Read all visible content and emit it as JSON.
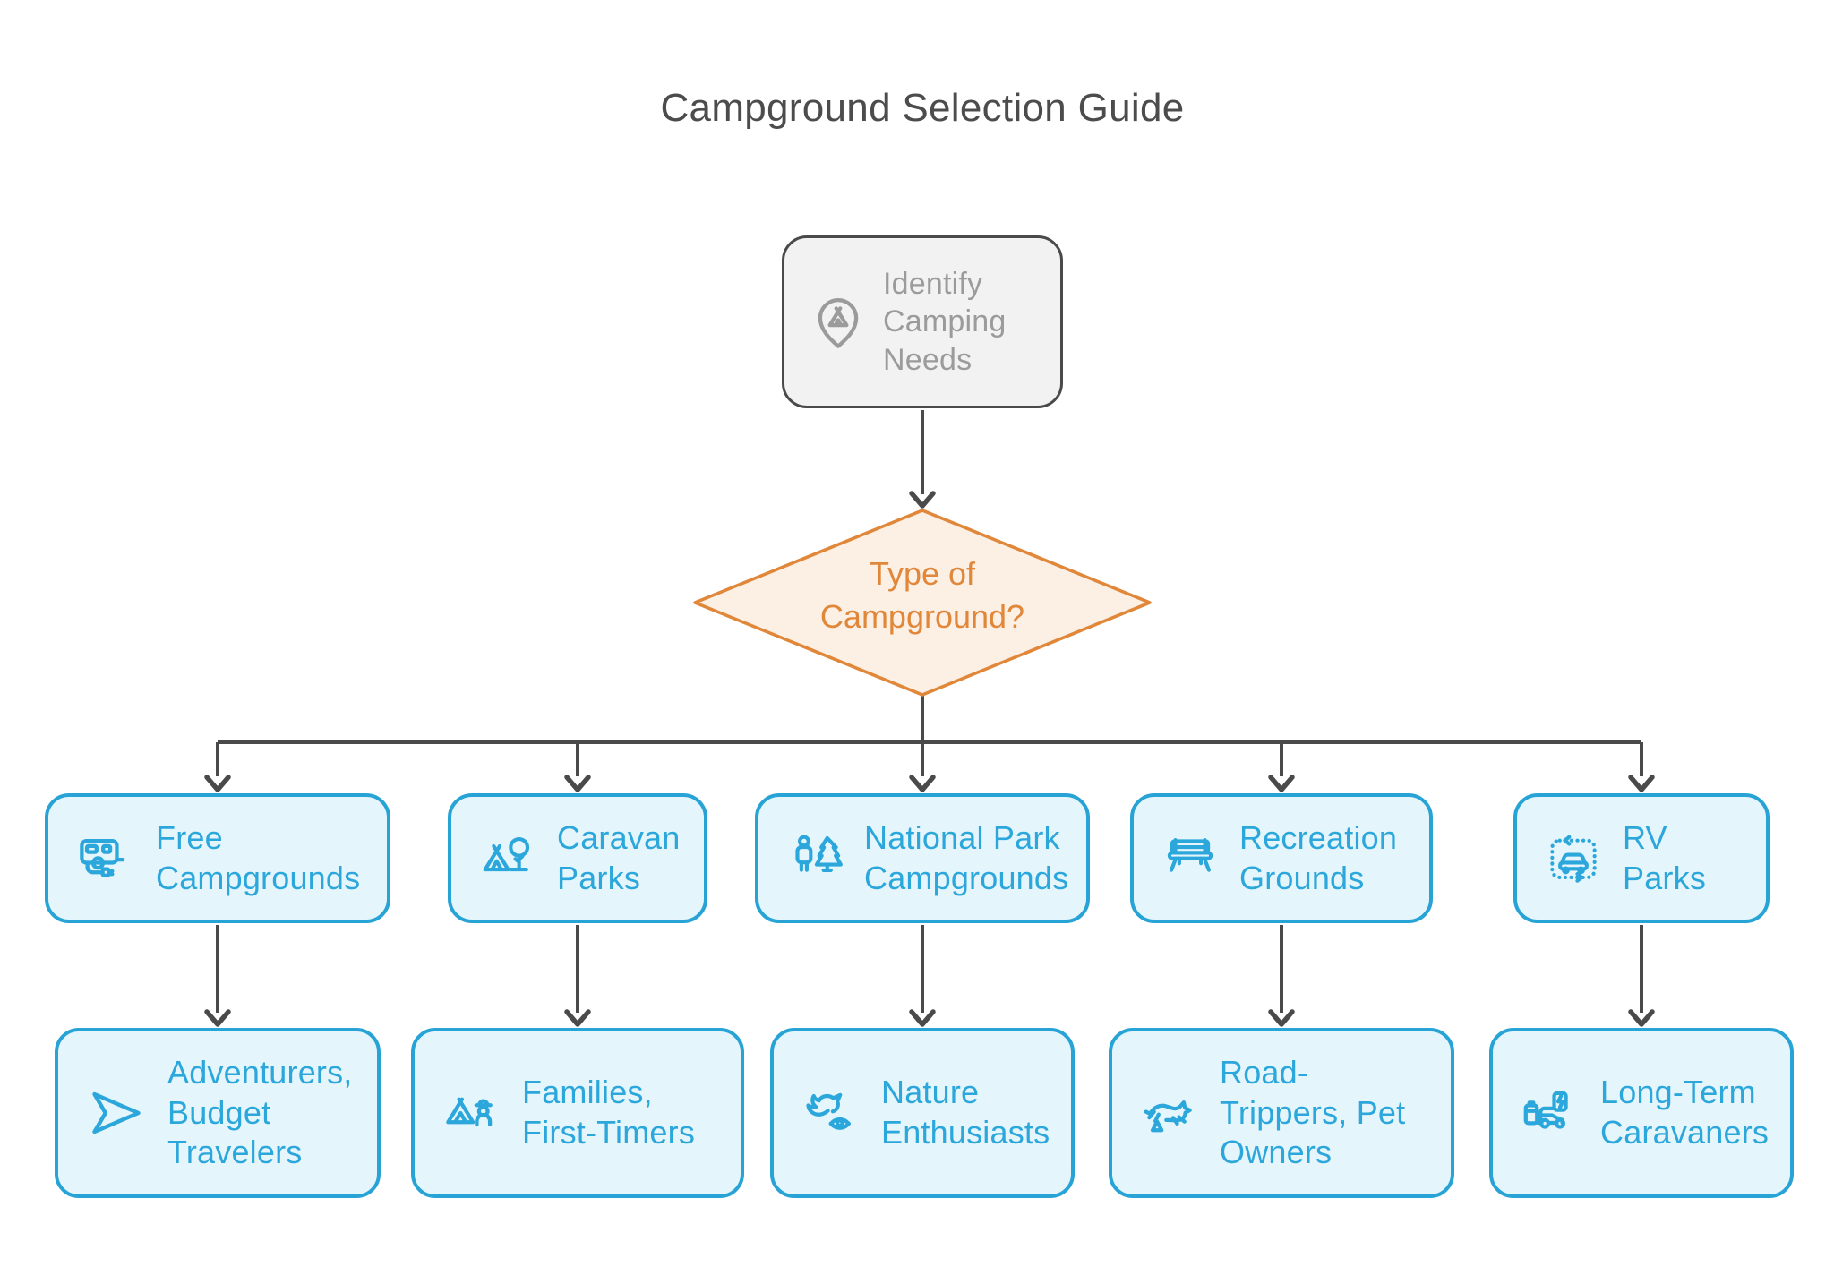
{
  "title": "Campground Selection Guide",
  "colors": {
    "background": "#ffffff",
    "title_text": "#4c4c4c",
    "connector": "#4a4a4a",
    "start_fill": "#f2f2f2",
    "start_border": "#4a4a4a",
    "start_text": "#9b9b9b",
    "decision_fill": "#fcefe3",
    "decision_border": "#e0873a",
    "decision_text": "#e0873a",
    "node_fill": "#e5f5fc",
    "node_border": "#27a3d6",
    "node_text": "#2ba7db"
  },
  "nodes": {
    "start": {
      "label": "Identify Camping Needs",
      "icon": "tent-location-pin-icon"
    },
    "decision": {
      "label": "Type of Campground?"
    },
    "campground_types": [
      {
        "label": "Free Campgrounds",
        "icon": "caravan-power-hookup-icon"
      },
      {
        "label": "Caravan Parks",
        "icon": "tent-and-tree-icon"
      },
      {
        "label": "National Park Campgrounds",
        "icon": "hiker-and-pine-icon"
      },
      {
        "label": "Recreation Grounds",
        "icon": "park-bench-icon"
      },
      {
        "label": "RV Parks",
        "icon": "car-parking-zone-icon"
      }
    ],
    "audiences": [
      {
        "label": "Adventurers, Budget Travelers",
        "icon": "paper-plane-icon"
      },
      {
        "label": "Families, First-Timers",
        "icon": "tent-and-camper-icon"
      },
      {
        "label": "Nature Enthusiasts",
        "icon": "bird-watching-icon"
      },
      {
        "label": "Road-Trippers, Pet Owners",
        "icon": "jumping-dog-icon"
      },
      {
        "label": "Long-Term Caravaners",
        "icon": "electric-caravan-icon"
      }
    ]
  }
}
